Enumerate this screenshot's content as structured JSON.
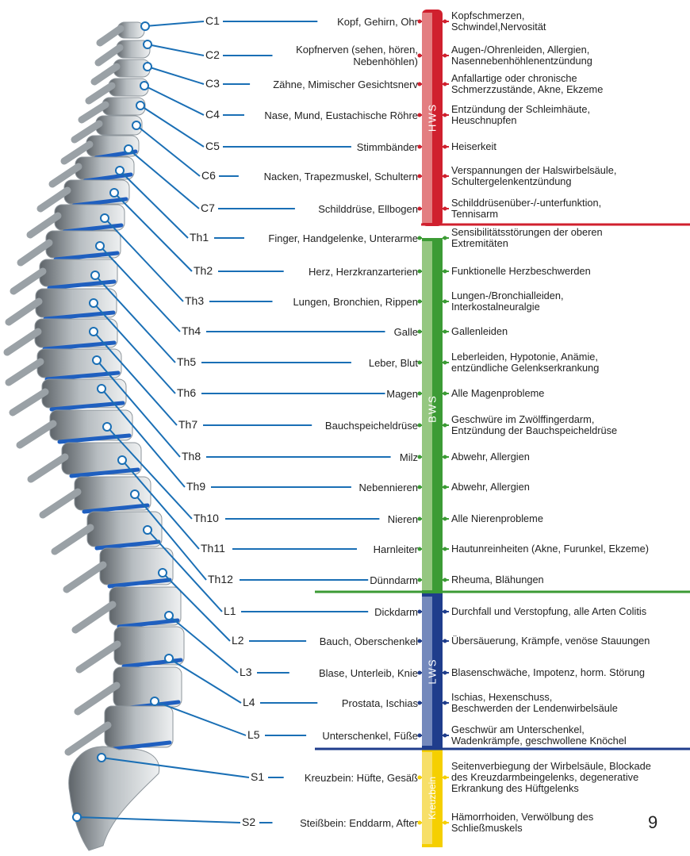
{
  "page_number": "9",
  "regions": [
    {
      "label": "HWS",
      "color": "#d0202e",
      "light": "#e68f8f"
    },
    {
      "label": "BWS",
      "color": "#3c9b35",
      "light": "#a5cf8e"
    },
    {
      "label": "LWS",
      "color": "#1f3d8c",
      "light": "#8496c4"
    },
    {
      "label": "Kreuzbein",
      "color": "#f5cf00",
      "light": "#f7e27a"
    }
  ],
  "segments": [
    {
      "id": "C1",
      "organ": "Kopf, Gehirn, Ohr",
      "symptom": "Kopfschmerzen,\nSchwindel,Nervosität",
      "region": "HWS"
    },
    {
      "id": "C2",
      "organ": "Kopfnerven (sehen, hören,\nNebenhöhlen)",
      "symptom": "Augen-/Ohrenleiden, Allergien,\nNasennebenhöhlenentzündung",
      "region": "HWS"
    },
    {
      "id": "C3",
      "organ": "Zähne, Mimischer Gesichtsnerv",
      "symptom": "Anfallartige oder chronische\nSchmerzzustände, Akne, Ekzeme",
      "region": "HWS"
    },
    {
      "id": "C4",
      "organ": "Nase, Mund, Eustachische Röhre",
      "symptom": "Entzündung der Schleimhäute,\nHeuschnupfen",
      "region": "HWS"
    },
    {
      "id": "C5",
      "organ": "Stimmbänder",
      "symptom": "Heiserkeit",
      "region": "HWS"
    },
    {
      "id": "C6",
      "organ": "Nacken, Trapezmuskel, Schultern",
      "symptom": "Verspannungen der Halswirbelsäule,\nSchultergelenkentzündung",
      "region": "HWS"
    },
    {
      "id": "C7",
      "organ": "Schilddrüse, Ellbogen",
      "symptom": "Schilddrüsenüber-/-unterfunktion,\nTennisarm",
      "region": "HWS"
    },
    {
      "id": "Th1",
      "organ": "Finger, Handgelenke, Unterarme",
      "symptom": "Sensibilitätsstörungen der oberen\nExtremitäten",
      "region": "BWS"
    },
    {
      "id": "Th2",
      "organ": "Herz, Herzkranzarterien",
      "symptom": "Funktionelle Herzbeschwerden",
      "region": "BWS"
    },
    {
      "id": "Th3",
      "organ": "Lungen, Bronchien, Rippen",
      "symptom": "Lungen-/Bronchialleiden,\nInterkostalneuralgie",
      "region": "BWS"
    },
    {
      "id": "Th4",
      "organ": "Galle",
      "symptom": "Gallenleiden",
      "region": "BWS"
    },
    {
      "id": "Th5",
      "organ": "Leber, Blut",
      "symptom": "Leberleiden, Hypotonie, Anämie,\nentzündliche Gelenkserkrankung",
      "region": "BWS"
    },
    {
      "id": "Th6",
      "organ": "Magen",
      "symptom": "Alle Magenprobleme",
      "region": "BWS"
    },
    {
      "id": "Th7",
      "organ": "Bauchspeicheldrüse",
      "symptom": "Geschwüre im Zwölffingerdarm,\nEntzündung der Bauchspeicheldrüse",
      "region": "BWS"
    },
    {
      "id": "Th8",
      "organ": "Milz",
      "symptom": "Abwehr, Allergien",
      "region": "BWS"
    },
    {
      "id": "Th9",
      "organ": "Nebennieren",
      "symptom": "Abwehr, Allergien",
      "region": "BWS"
    },
    {
      "id": "Th10",
      "organ": "Nieren",
      "symptom": "Alle Nierenprobleme",
      "region": "BWS"
    },
    {
      "id": "Th11",
      "organ": "Harnleiter",
      "symptom": "Hautunreinheiten (Akne, Furunkel, Ekzeme)",
      "region": "BWS"
    },
    {
      "id": "Th12",
      "organ": "Dünndarm",
      "symptom": "Rheuma, Blähungen",
      "region": "BWS"
    },
    {
      "id": "L1",
      "organ": "Dickdarm",
      "symptom": "Durchfall und Verstopfung, alle Arten Colitis",
      "region": "LWS"
    },
    {
      "id": "L2",
      "organ": "Bauch, Oberschenkel",
      "symptom": "Übersäuerung, Krämpfe, venöse Stauungen",
      "region": "LWS"
    },
    {
      "id": "L3",
      "organ": "Blase, Unterleib, Knie",
      "symptom": "Blasenschwäche, Impotenz, horm. Störung",
      "region": "LWS"
    },
    {
      "id": "L4",
      "organ": "Prostata, Ischias",
      "symptom": "Ischias, Hexenschuss,\nBeschwerden der Lendenwirbelsäule",
      "region": "LWS"
    },
    {
      "id": "L5",
      "organ": "Unterschenkel, Füße",
      "symptom": "Geschwür am Unterschenkel,\nWadenkrämpfe, geschwollene Knöchel",
      "region": "LWS"
    },
    {
      "id": "S1",
      "organ": "Kreuzbein: Hüfte, Gesäß",
      "symptom": "Seitenverbiegung der Wirbelsäule, Blockade\ndes Kreuzdarmbeingelenks, degenerative\nErkrankung des Hüftgelenks",
      "region": "Kreuzbein"
    },
    {
      "id": "S2",
      "organ": "Steißbein: Enddarm, After",
      "symptom": "Hämorrhoiden, Verwölbung des\nSchließmuskels",
      "region": "Kreuzbein"
    }
  ]
}
